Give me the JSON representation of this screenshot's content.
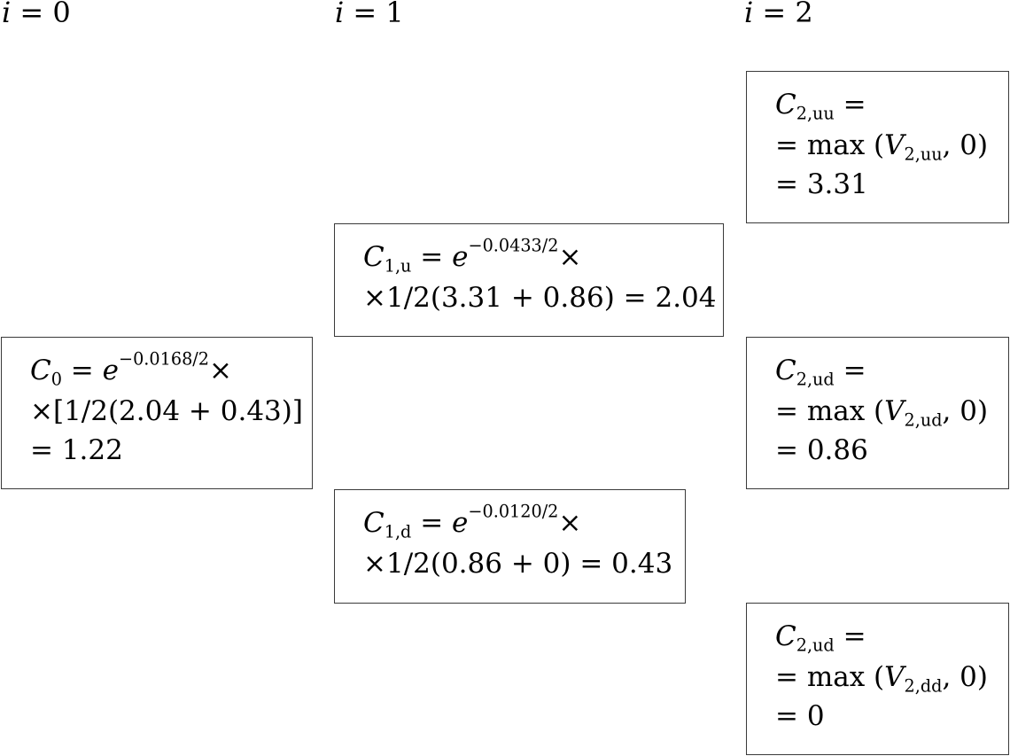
{
  "headers": {
    "i0": "0",
    "i1": "1",
    "i2": "2"
  },
  "nodes": {
    "c0": {
      "symbol_sub": "0",
      "exponent": "−0.0168/2",
      "line2": "×[1/2(2.04 + 0.43)]",
      "line3": "= 1.22"
    },
    "c1u": {
      "symbol_sub": "1,u",
      "exponent": "−0.0433/2",
      "line2": "×1/2(3.31 + 0.86) = 2.04"
    },
    "c1d": {
      "symbol_sub": "1,d",
      "exponent": "−0.0120/2",
      "line2": "×1/2(0.86 + 0) = 0.43"
    },
    "c2uu": {
      "symbol_sub": "2,uu",
      "v_sub": "2,uu",
      "line3": "= 3.31"
    },
    "c2ud": {
      "symbol_sub": "2,ud",
      "v_sub": "2,ud",
      "line3": "= 0.86"
    },
    "c2dd": {
      "symbol_sub": "2,ud",
      "v_sub": "2,dd",
      "line3": "= 0"
    }
  }
}
